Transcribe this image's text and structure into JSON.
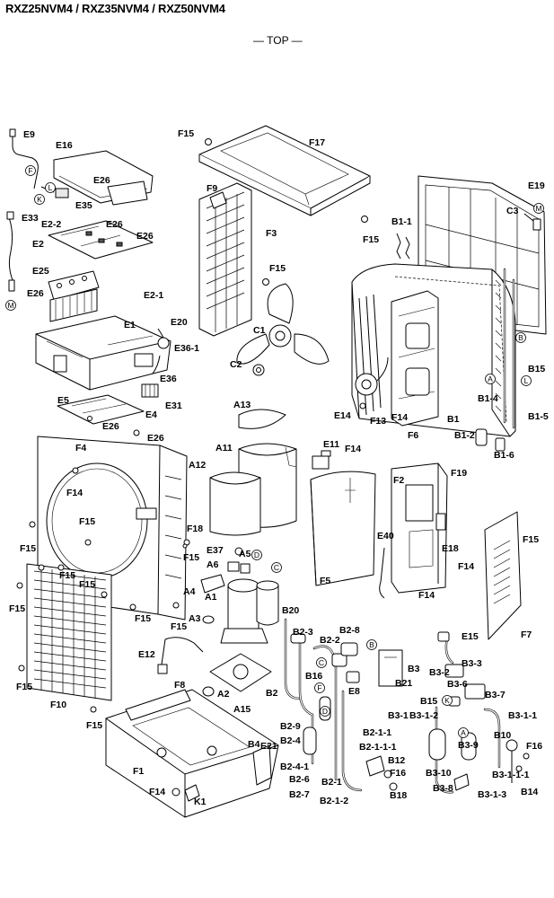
{
  "header": {
    "title": "RXZ25NVM4 / RXZ35NVM4 / RXZ50NVM4",
    "view_label": "— TOP —"
  },
  "labels": {
    "E9": "E9",
    "E16": "E16",
    "E26_a": "E26",
    "E35": "E35",
    "E33": "E33",
    "E2_2": "E2-2",
    "E26_b": "E26",
    "E2": "E2",
    "E26_c": "E26",
    "E25": "E25",
    "E26_d": "E26",
    "E2_1": "E2-1",
    "E1": "E1",
    "E20": "E20",
    "E36_1": "E36-1",
    "E36": "E36",
    "E5": "E5",
    "E31": "E31",
    "E4": "E4",
    "E26_e": "E26",
    "E26_f": "E26",
    "F15_a": "F15",
    "F17": "F17",
    "F9": "F9",
    "F3": "F3",
    "F15_b": "F15",
    "F15_c": "F15",
    "C1": "C1",
    "C2": "C2",
    "E19": "E19",
    "C3": "C3",
    "B1_1": "B1-1",
    "B15_a": "B15",
    "B1_4": "B1-4",
    "B1": "B1",
    "B1_5": "B1-5",
    "B1_2": "B1-2",
    "B1_6": "B1-6",
    "E14": "E14",
    "F13": "F13",
    "F14_a": "F14",
    "F6": "F6",
    "A13": "A13",
    "A11": "A11",
    "A12": "A12",
    "E11": "E11",
    "F14_b": "F14",
    "F4": "F4",
    "F14_c": "F14",
    "F15_d": "F15",
    "F18": "F18",
    "F15_e": "F15",
    "F15_f": "F15",
    "F15_g": "F15",
    "F15_h": "F15",
    "F15_i": "F15",
    "F15_j": "F15",
    "F15_k": "F15",
    "F15_l": "F15",
    "E37": "E37",
    "A6": "A6",
    "A5": "A5",
    "A4": "A4",
    "A1": "A1",
    "A3": "A3",
    "F2": "F2",
    "F19": "F19",
    "E40": "E40",
    "E18": "E18",
    "F14_d": "F14",
    "F14_e": "F14",
    "F5": "F5",
    "F15_m": "F15",
    "F7": "F7",
    "F10": "F10",
    "F15_n": "F15",
    "F15_o": "F15",
    "E12": "E12",
    "F8": "F8",
    "A2": "A2",
    "A15": "A15",
    "B20": "B20",
    "B2_3": "B2-3",
    "B2_2": "B2-2",
    "B2_8": "B2-8",
    "B16": "B16",
    "B21": "B21",
    "E8": "E8",
    "B2": "B2",
    "B2_9": "B2-9",
    "B2_4": "B2-4",
    "B2_4_1": "B2-4-1",
    "B2_6": "B2-6",
    "B2_7": "B2-7",
    "B2_1": "B2-1",
    "B2_1_2": "B2-1-2",
    "B2_1_1": "B2-1-1",
    "B2_1_1_1": "B2-1-1-1",
    "B12": "B12",
    "F16_a": "F16",
    "B18": "B18",
    "E15": "E15",
    "B3": "B3",
    "B3_2": "B3-2",
    "B3_3": "B3-3",
    "B3_6": "B3-6",
    "B3_7": "B3-7",
    "B15_b": "B15",
    "B3_1": "B3-1",
    "B3_1_2": "B3-1-2",
    "B3_1_1": "B3-1-1",
    "B10": "B10",
    "F16_b": "F16",
    "B3_9": "B3-9",
    "B3_1_1_1": "B3-1-1-1",
    "B3_10": "B3-10",
    "B3_8": "B3-8",
    "B3_1_3": "B3-1-3",
    "B14": "B14",
    "F1": "F1",
    "B4": "B4",
    "E21": "E21",
    "F14_f": "F14",
    "K1": "K1"
  },
  "connectors": {
    "F_a": "F",
    "L_a": "L",
    "K_a": "K",
    "M_a": "M",
    "M_b": "M",
    "B_a": "B",
    "A_a": "A",
    "L_b": "L",
    "D_a": "D",
    "C_a": "C",
    "B_b": "B",
    "C_b": "C",
    "F_b": "F",
    "D_b": "D",
    "A_b": "A",
    "K_b": "K"
  }
}
